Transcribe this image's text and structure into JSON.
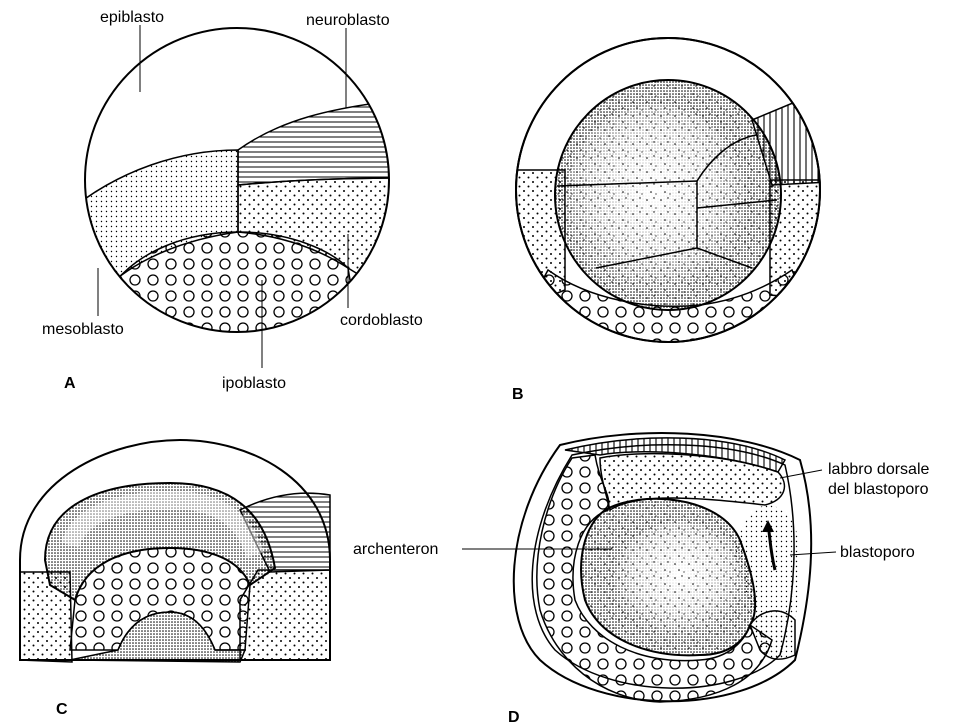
{
  "panels": {
    "a": {
      "letter": "A",
      "labels": {
        "epiblasto": "epiblasto",
        "neuroblasto": "neuroblasto",
        "mesoblasto": "mesoblasto",
        "cordoblasto": "cordoblasto",
        "ipoblasto": "ipoblasto"
      }
    },
    "b": {
      "letter": "B"
    },
    "c": {
      "letter": "C"
    },
    "d": {
      "letter": "D",
      "labels": {
        "labbro_line1": "labbro dorsale",
        "labbro_line2": "del blastoporo",
        "archenteron": "archenteron",
        "blastoporo": "blastoporo"
      }
    }
  }
}
